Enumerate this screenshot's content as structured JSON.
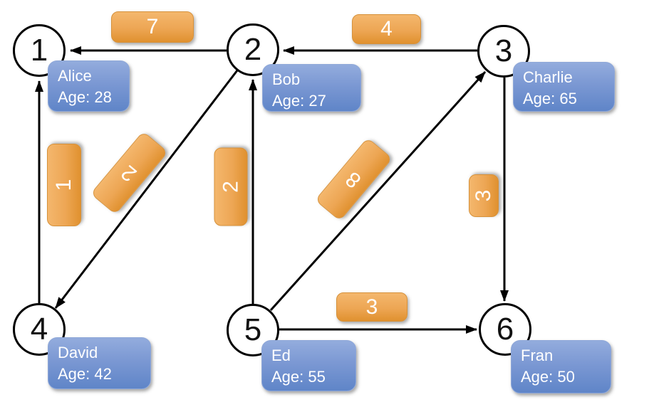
{
  "diagram": {
    "type": "directed-graph",
    "colors": {
      "node_fill": "#ffffff",
      "node_border": "#000000",
      "edge": "#000000",
      "name_label_top": "#93acdd",
      "name_label_bottom": "#5f85c8",
      "weight_label_top": "#f4b76d",
      "weight_label_bottom": "#e0912f",
      "label_text": "#ffffff"
    },
    "nodes": [
      {
        "id": "1",
        "name": "Alice",
        "age_label": "Age: 28"
      },
      {
        "id": "2",
        "name": "Bob",
        "age_label": "Age: 27"
      },
      {
        "id": "3",
        "name": "Charlie",
        "age_label": "Age: 65"
      },
      {
        "id": "4",
        "name": "David",
        "age_label": "Age: 42"
      },
      {
        "id": "5",
        "name": "Ed",
        "age_label": "Age: 55"
      },
      {
        "id": "6",
        "name": "Fran",
        "age_label": "Age: 50"
      }
    ],
    "edges": [
      {
        "from": "2",
        "to": "1",
        "weight": "7"
      },
      {
        "from": "3",
        "to": "2",
        "weight": "4"
      },
      {
        "from": "4",
        "to": "1",
        "weight": "1"
      },
      {
        "from": "2",
        "to": "4",
        "weight": "2"
      },
      {
        "from": "5",
        "to": "2",
        "weight": "2"
      },
      {
        "from": "5",
        "to": "3",
        "weight": "8"
      },
      {
        "from": "3",
        "to": "6",
        "weight": "3"
      },
      {
        "from": "5",
        "to": "6",
        "weight": "3"
      }
    ]
  }
}
